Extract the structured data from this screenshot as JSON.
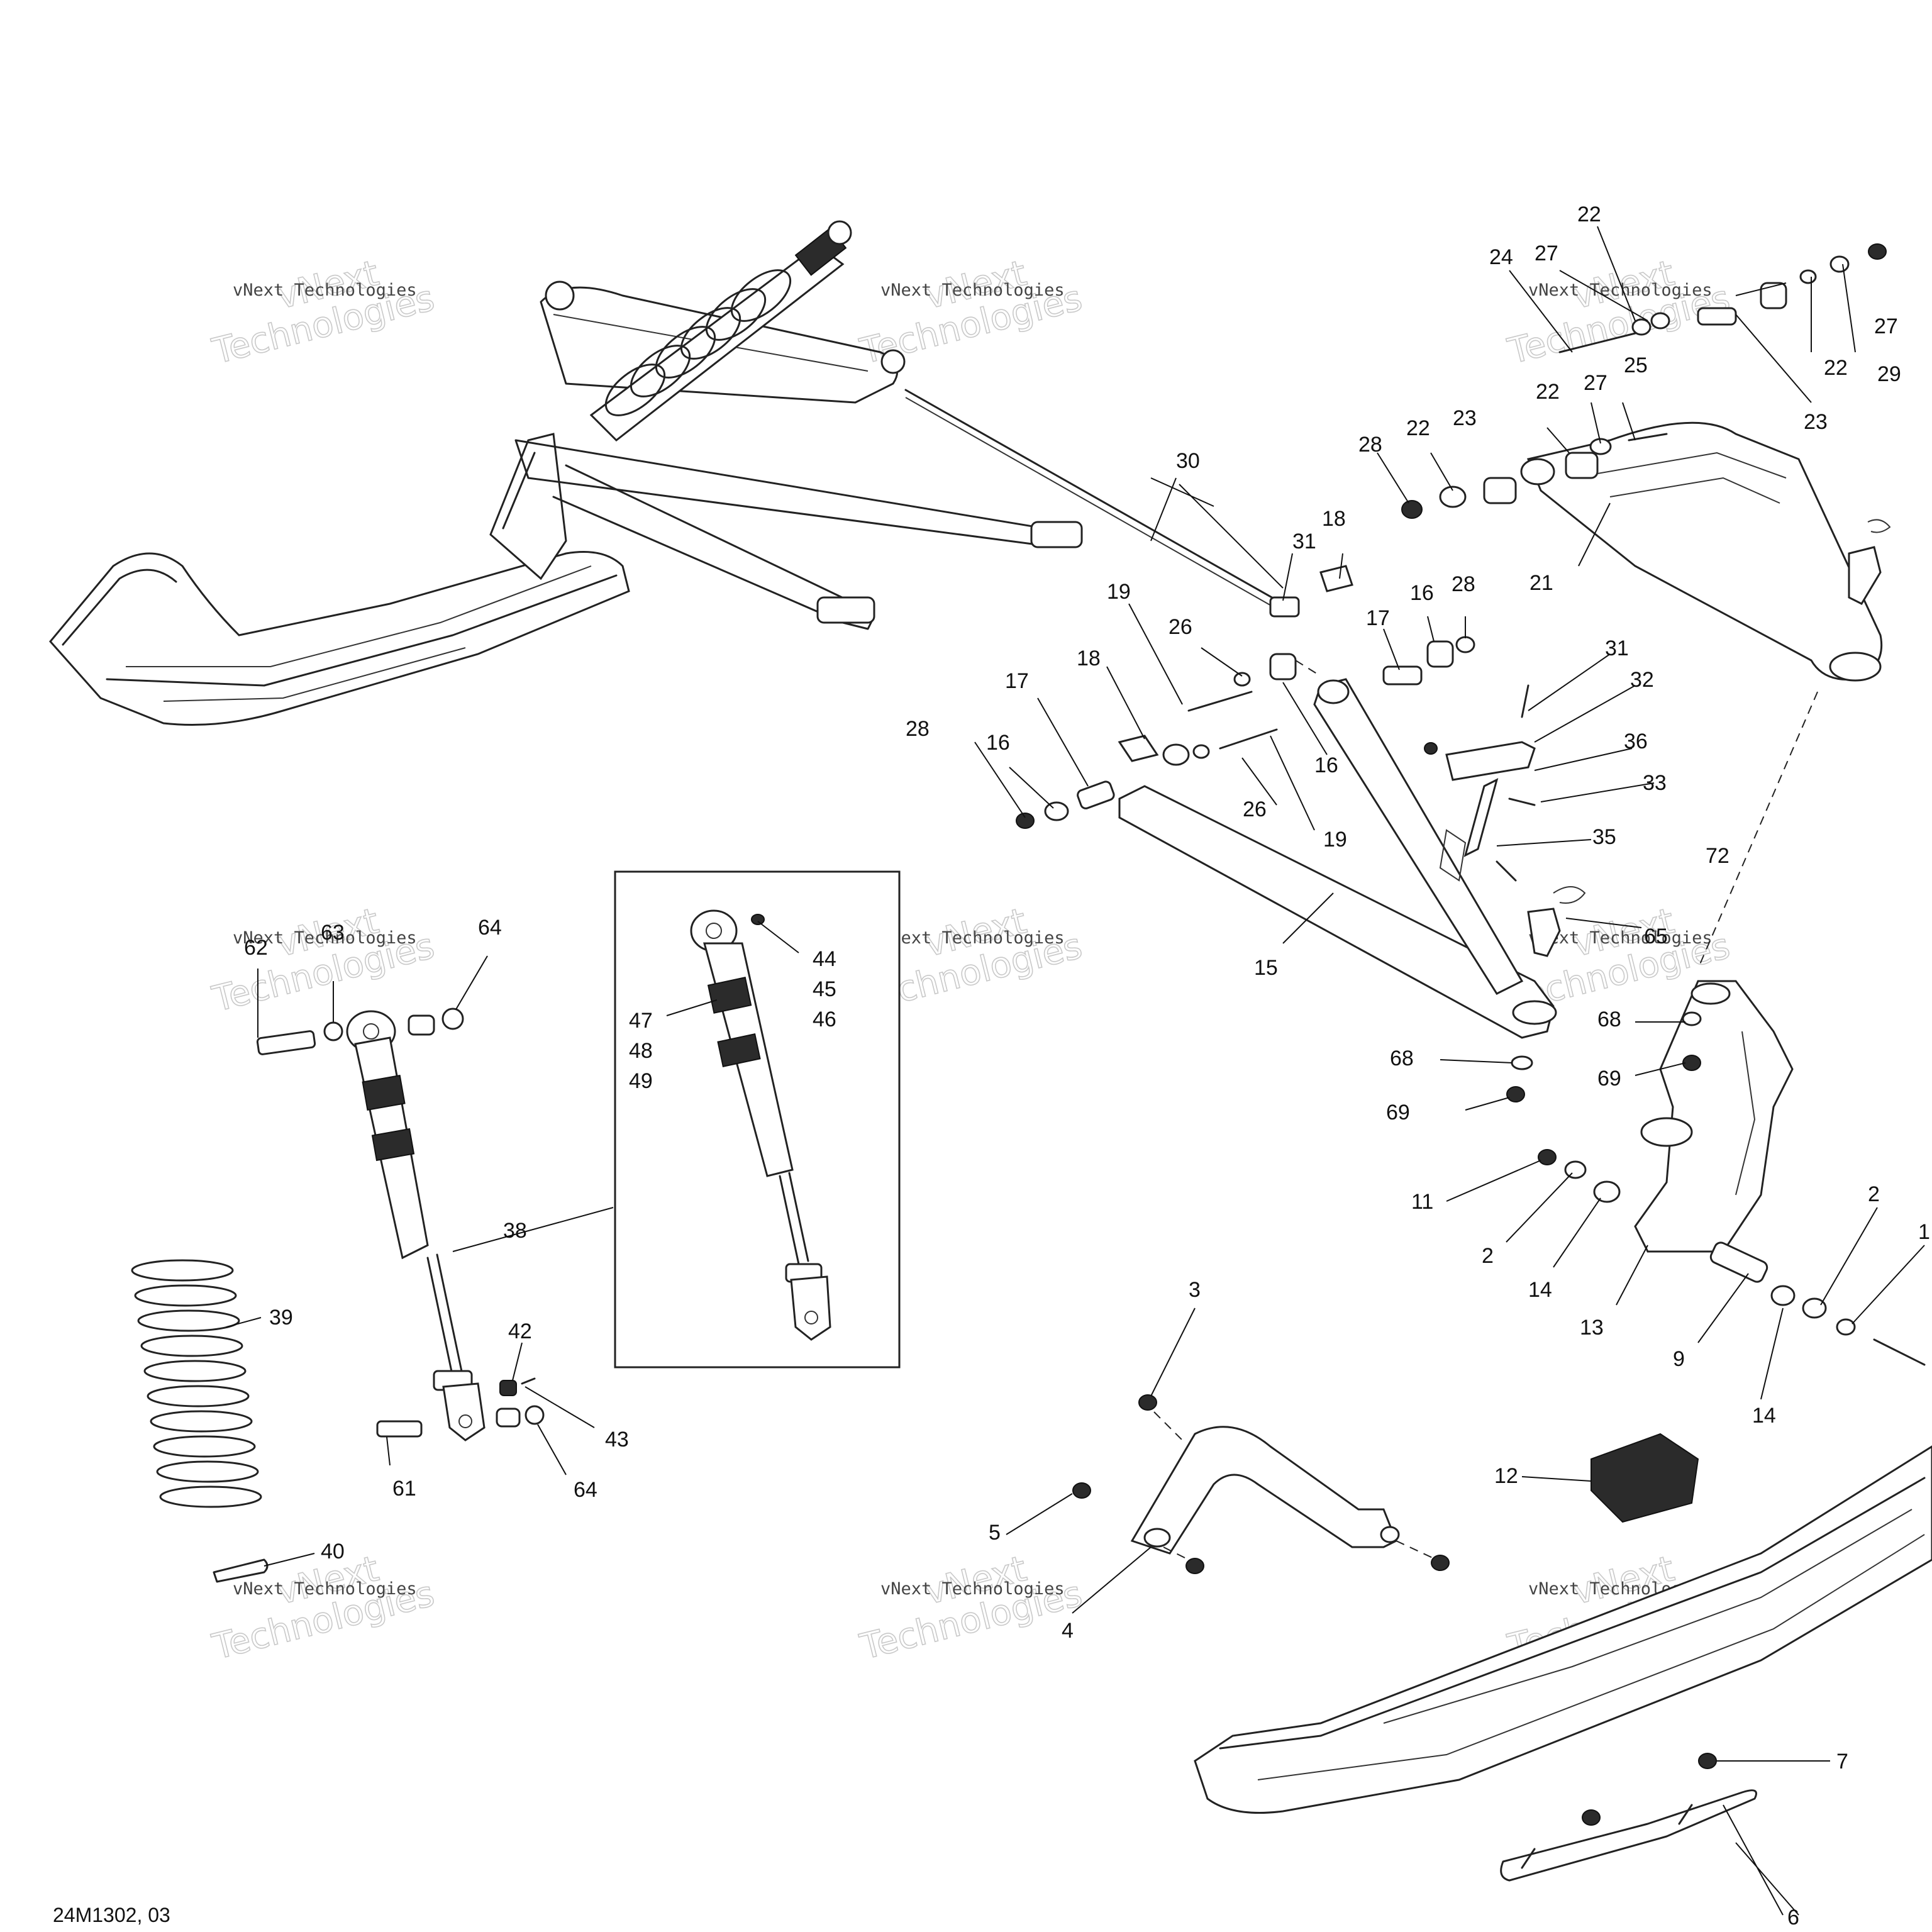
{
  "reference_code": "24M1302, 03",
  "watermark": {
    "line1": "vNext",
    "line2": "Technologies",
    "small": "vNext Technologies"
  },
  "callouts": [
    {
      "id": "c22a",
      "label": "22"
    },
    {
      "id": "c24",
      "label": "24"
    },
    {
      "id": "c27a",
      "label": "27"
    },
    {
      "id": "c27b",
      "label": "27"
    },
    {
      "id": "c22b",
      "label": "22"
    },
    {
      "id": "c29",
      "label": "29"
    },
    {
      "id": "c23a",
      "label": "23"
    },
    {
      "id": "c25",
      "label": "25"
    },
    {
      "id": "c27c",
      "label": "27"
    },
    {
      "id": "c22c",
      "label": "22"
    },
    {
      "id": "c22d",
      "label": "22"
    },
    {
      "id": "c23b",
      "label": "23"
    },
    {
      "id": "c28a",
      "label": "28"
    },
    {
      "id": "c21",
      "label": "21"
    },
    {
      "id": "c30",
      "label": "30"
    },
    {
      "id": "c31a",
      "label": "31"
    },
    {
      "id": "c18a",
      "label": "18"
    },
    {
      "id": "c19a",
      "label": "19"
    },
    {
      "id": "c26a",
      "label": "26"
    },
    {
      "id": "c17a",
      "label": "17"
    },
    {
      "id": "c16a",
      "label": "16"
    },
    {
      "id": "c28b",
      "label": "28"
    },
    {
      "id": "c31b",
      "label": "31"
    },
    {
      "id": "c32",
      "label": "32"
    },
    {
      "id": "c17b",
      "label": "17"
    },
    {
      "id": "c18b",
      "label": "18"
    },
    {
      "id": "c28c",
      "label": "28"
    },
    {
      "id": "c16b",
      "label": "16"
    },
    {
      "id": "c16c",
      "label": "16"
    },
    {
      "id": "c26b",
      "label": "26"
    },
    {
      "id": "c19b",
      "label": "19"
    },
    {
      "id": "c36",
      "label": "36"
    },
    {
      "id": "c33",
      "label": "33"
    },
    {
      "id": "c35",
      "label": "35"
    },
    {
      "id": "c72",
      "label": "72"
    },
    {
      "id": "c65",
      "label": "65"
    },
    {
      "id": "c15",
      "label": "15"
    },
    {
      "id": "c68a",
      "label": "68"
    },
    {
      "id": "c68b",
      "label": "68"
    },
    {
      "id": "c69a",
      "label": "69"
    },
    {
      "id": "c69b",
      "label": "69"
    },
    {
      "id": "c11",
      "label": "11"
    },
    {
      "id": "c2a",
      "label": "2"
    },
    {
      "id": "c14a",
      "label": "14"
    },
    {
      "id": "c13",
      "label": "13"
    },
    {
      "id": "c9",
      "label": "9"
    },
    {
      "id": "c14b",
      "label": "14"
    },
    {
      "id": "c2b",
      "label": "2"
    },
    {
      "id": "c1",
      "label": "1"
    },
    {
      "id": "c62",
      "label": "62"
    },
    {
      "id": "c63",
      "label": "63"
    },
    {
      "id": "c64a",
      "label": "64"
    },
    {
      "id": "c44",
      "label": "44"
    },
    {
      "id": "c45",
      "label": "45"
    },
    {
      "id": "c46",
      "label": "46"
    },
    {
      "id": "c47",
      "label": "47"
    },
    {
      "id": "c48",
      "label": "48"
    },
    {
      "id": "c49",
      "label": "49"
    },
    {
      "id": "c38",
      "label": "38"
    },
    {
      "id": "c39",
      "label": "39"
    },
    {
      "id": "c42",
      "label": "42"
    },
    {
      "id": "c43",
      "label": "43"
    },
    {
      "id": "c61",
      "label": "61"
    },
    {
      "id": "c64b",
      "label": "64"
    },
    {
      "id": "c40",
      "label": "40"
    },
    {
      "id": "c3",
      "label": "3"
    },
    {
      "id": "c5",
      "label": "5"
    },
    {
      "id": "c4",
      "label": "4"
    },
    {
      "id": "c12",
      "label": "12"
    },
    {
      "id": "c7",
      "label": "7"
    },
    {
      "id": "c6",
      "label": "6"
    }
  ]
}
